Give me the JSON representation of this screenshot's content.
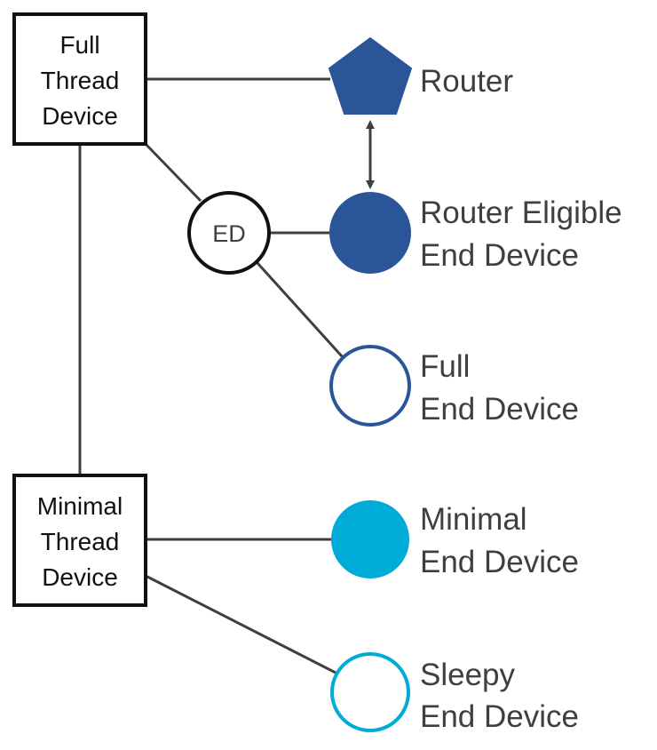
{
  "colors": {
    "dark_blue": "#2a5599",
    "light_blue": "#00acd7",
    "line": "#3c4043",
    "box_border": "#111111"
  },
  "boxes": {
    "full_thread_device": [
      "Full",
      "Thread",
      "Device"
    ],
    "minimal_thread_device": [
      "Minimal",
      "Thread",
      "Device"
    ]
  },
  "ed_node": {
    "label": "ED"
  },
  "nodes": {
    "router": {
      "icon": "pentagon-filled",
      "lines": [
        "Router"
      ]
    },
    "router_eligible_end_device": {
      "icon": "circle-filled",
      "lines": [
        "Router Eligible",
        "End Device"
      ]
    },
    "full_end_device": {
      "icon": "circle-outline",
      "lines": [
        "Full",
        "End Device"
      ]
    },
    "minimal_end_device": {
      "icon": "circle-filled",
      "lines": [
        "Minimal",
        "End Device"
      ]
    },
    "sleepy_end_device": {
      "icon": "circle-outline",
      "lines": [
        "Sleepy",
        "End Device"
      ]
    }
  }
}
